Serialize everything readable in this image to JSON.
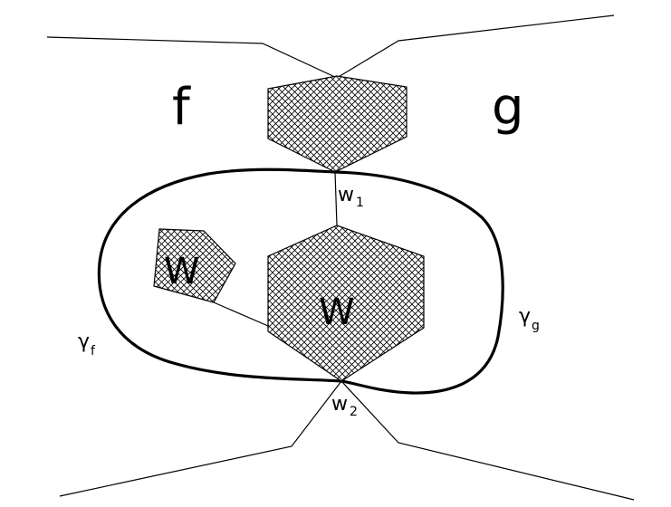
{
  "labels": {
    "f": "f",
    "g": "g",
    "W_big": "W",
    "W_small": "W",
    "w1_main": "w",
    "w1_sub": "1",
    "w2_main": "w",
    "w2_sub": "2",
    "gamma_f_main": "γ",
    "gamma_f_sub": "f",
    "gamma_g_main": "γ",
    "gamma_g_sub": "g"
  }
}
